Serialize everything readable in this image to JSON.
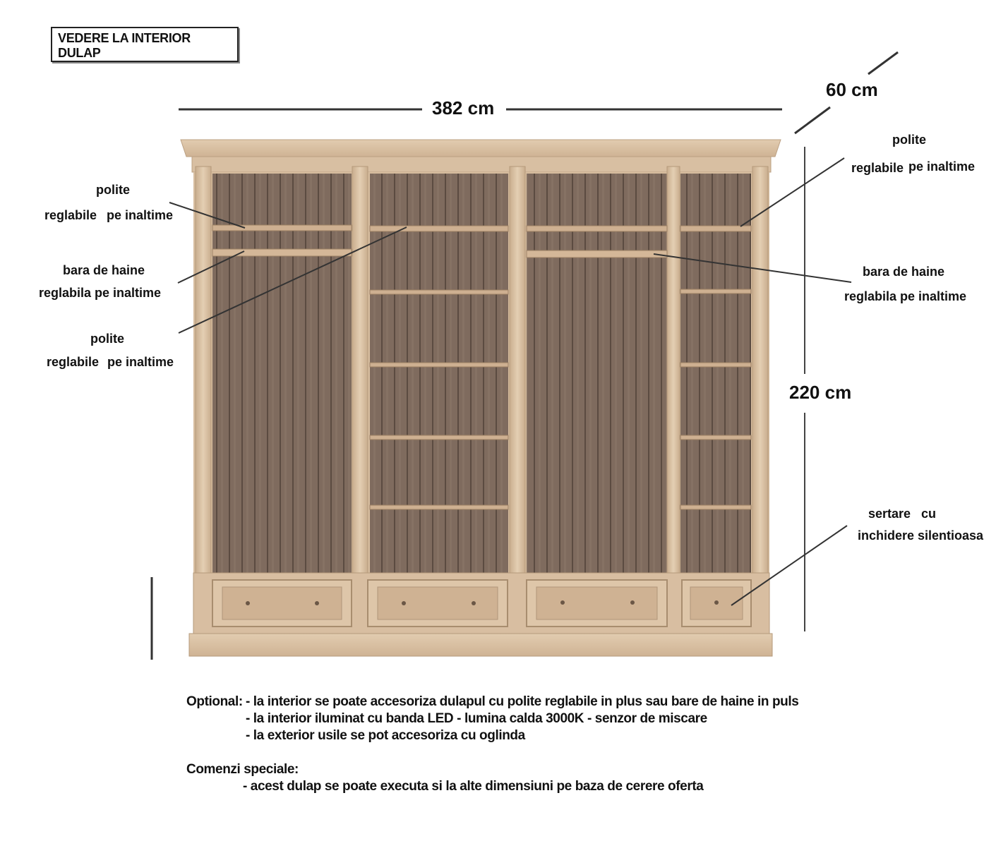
{
  "title": "VEDERE LA INTERIOR DULAP",
  "dimensions": {
    "width": "382 cm",
    "depth": "60 cm",
    "height": "220 cm"
  },
  "labels": {
    "left_top_shelf": {
      "line1": "polite",
      "line2a": "reglabile",
      "line2b": "pe inaltime"
    },
    "left_rail": {
      "line1": "bara de haine",
      "line2": "reglabila pe inaltime"
    },
    "left_mid_shelf": {
      "line1": "polite",
      "line2a": "reglabile",
      "line2b": "pe inaltime"
    },
    "right_top_shelf": {
      "line1": "polite",
      "line2a": "reglabile",
      "line2b": "pe inaltime"
    },
    "right_rail": {
      "line1": "bara de haine",
      "line2": "reglabila pe inaltime"
    },
    "right_drawers": {
      "line1a": "sertare",
      "line1b": "cu",
      "line2": "inchidere silentioasa"
    }
  },
  "notes": {
    "optional_label": "Optional:",
    "optional_items": [
      "- la interior se poate accesoriza dulapul cu polite reglabile in plus sau bare de haine in puls",
      "- la interior iluminat cu banda LED - lumina calda 3000K - senzor de miscare",
      "- la exterior usile se pot accesoriza cu oglinda"
    ],
    "special_label": "Comenzi speciale:",
    "special_items": [
      "- acest dulap se poate executa si la alte dimensiuni pe baza de cerere oferta"
    ]
  },
  "colors": {
    "frame": "#dcc4a6",
    "frame_dark": "#b99c7d",
    "interior": "#7d6a5d",
    "interior_dark": "#5e4f45",
    "shelf": "#caa98a",
    "line": "#333333"
  }
}
